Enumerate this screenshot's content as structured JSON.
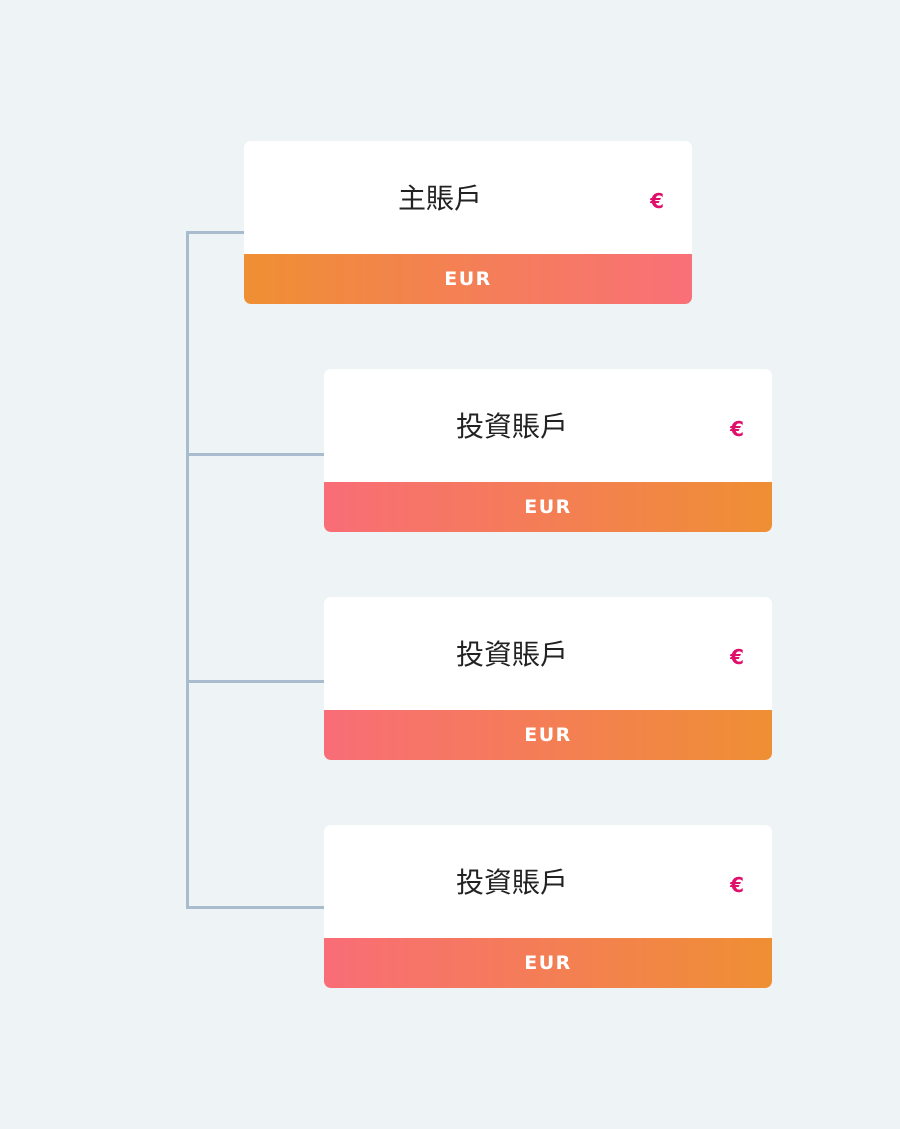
{
  "main_account": {
    "title": "主賬戶",
    "currency_symbol": "€",
    "currency_code": "EUR"
  },
  "sub_accounts": [
    {
      "title": "投資賬戶",
      "currency_symbol": "€",
      "currency_code": "EUR"
    },
    {
      "title": "投資賬戶",
      "currency_symbol": "€",
      "currency_code": "EUR"
    },
    {
      "title": "投資賬戶",
      "currency_symbol": "€",
      "currency_code": "EUR"
    }
  ],
  "colors": {
    "background": "#eef3f6",
    "connector": "#a9bccd",
    "euro_accent": "#e0106a",
    "band_orange": "#ef8f33",
    "band_pink": "#f97078"
  }
}
